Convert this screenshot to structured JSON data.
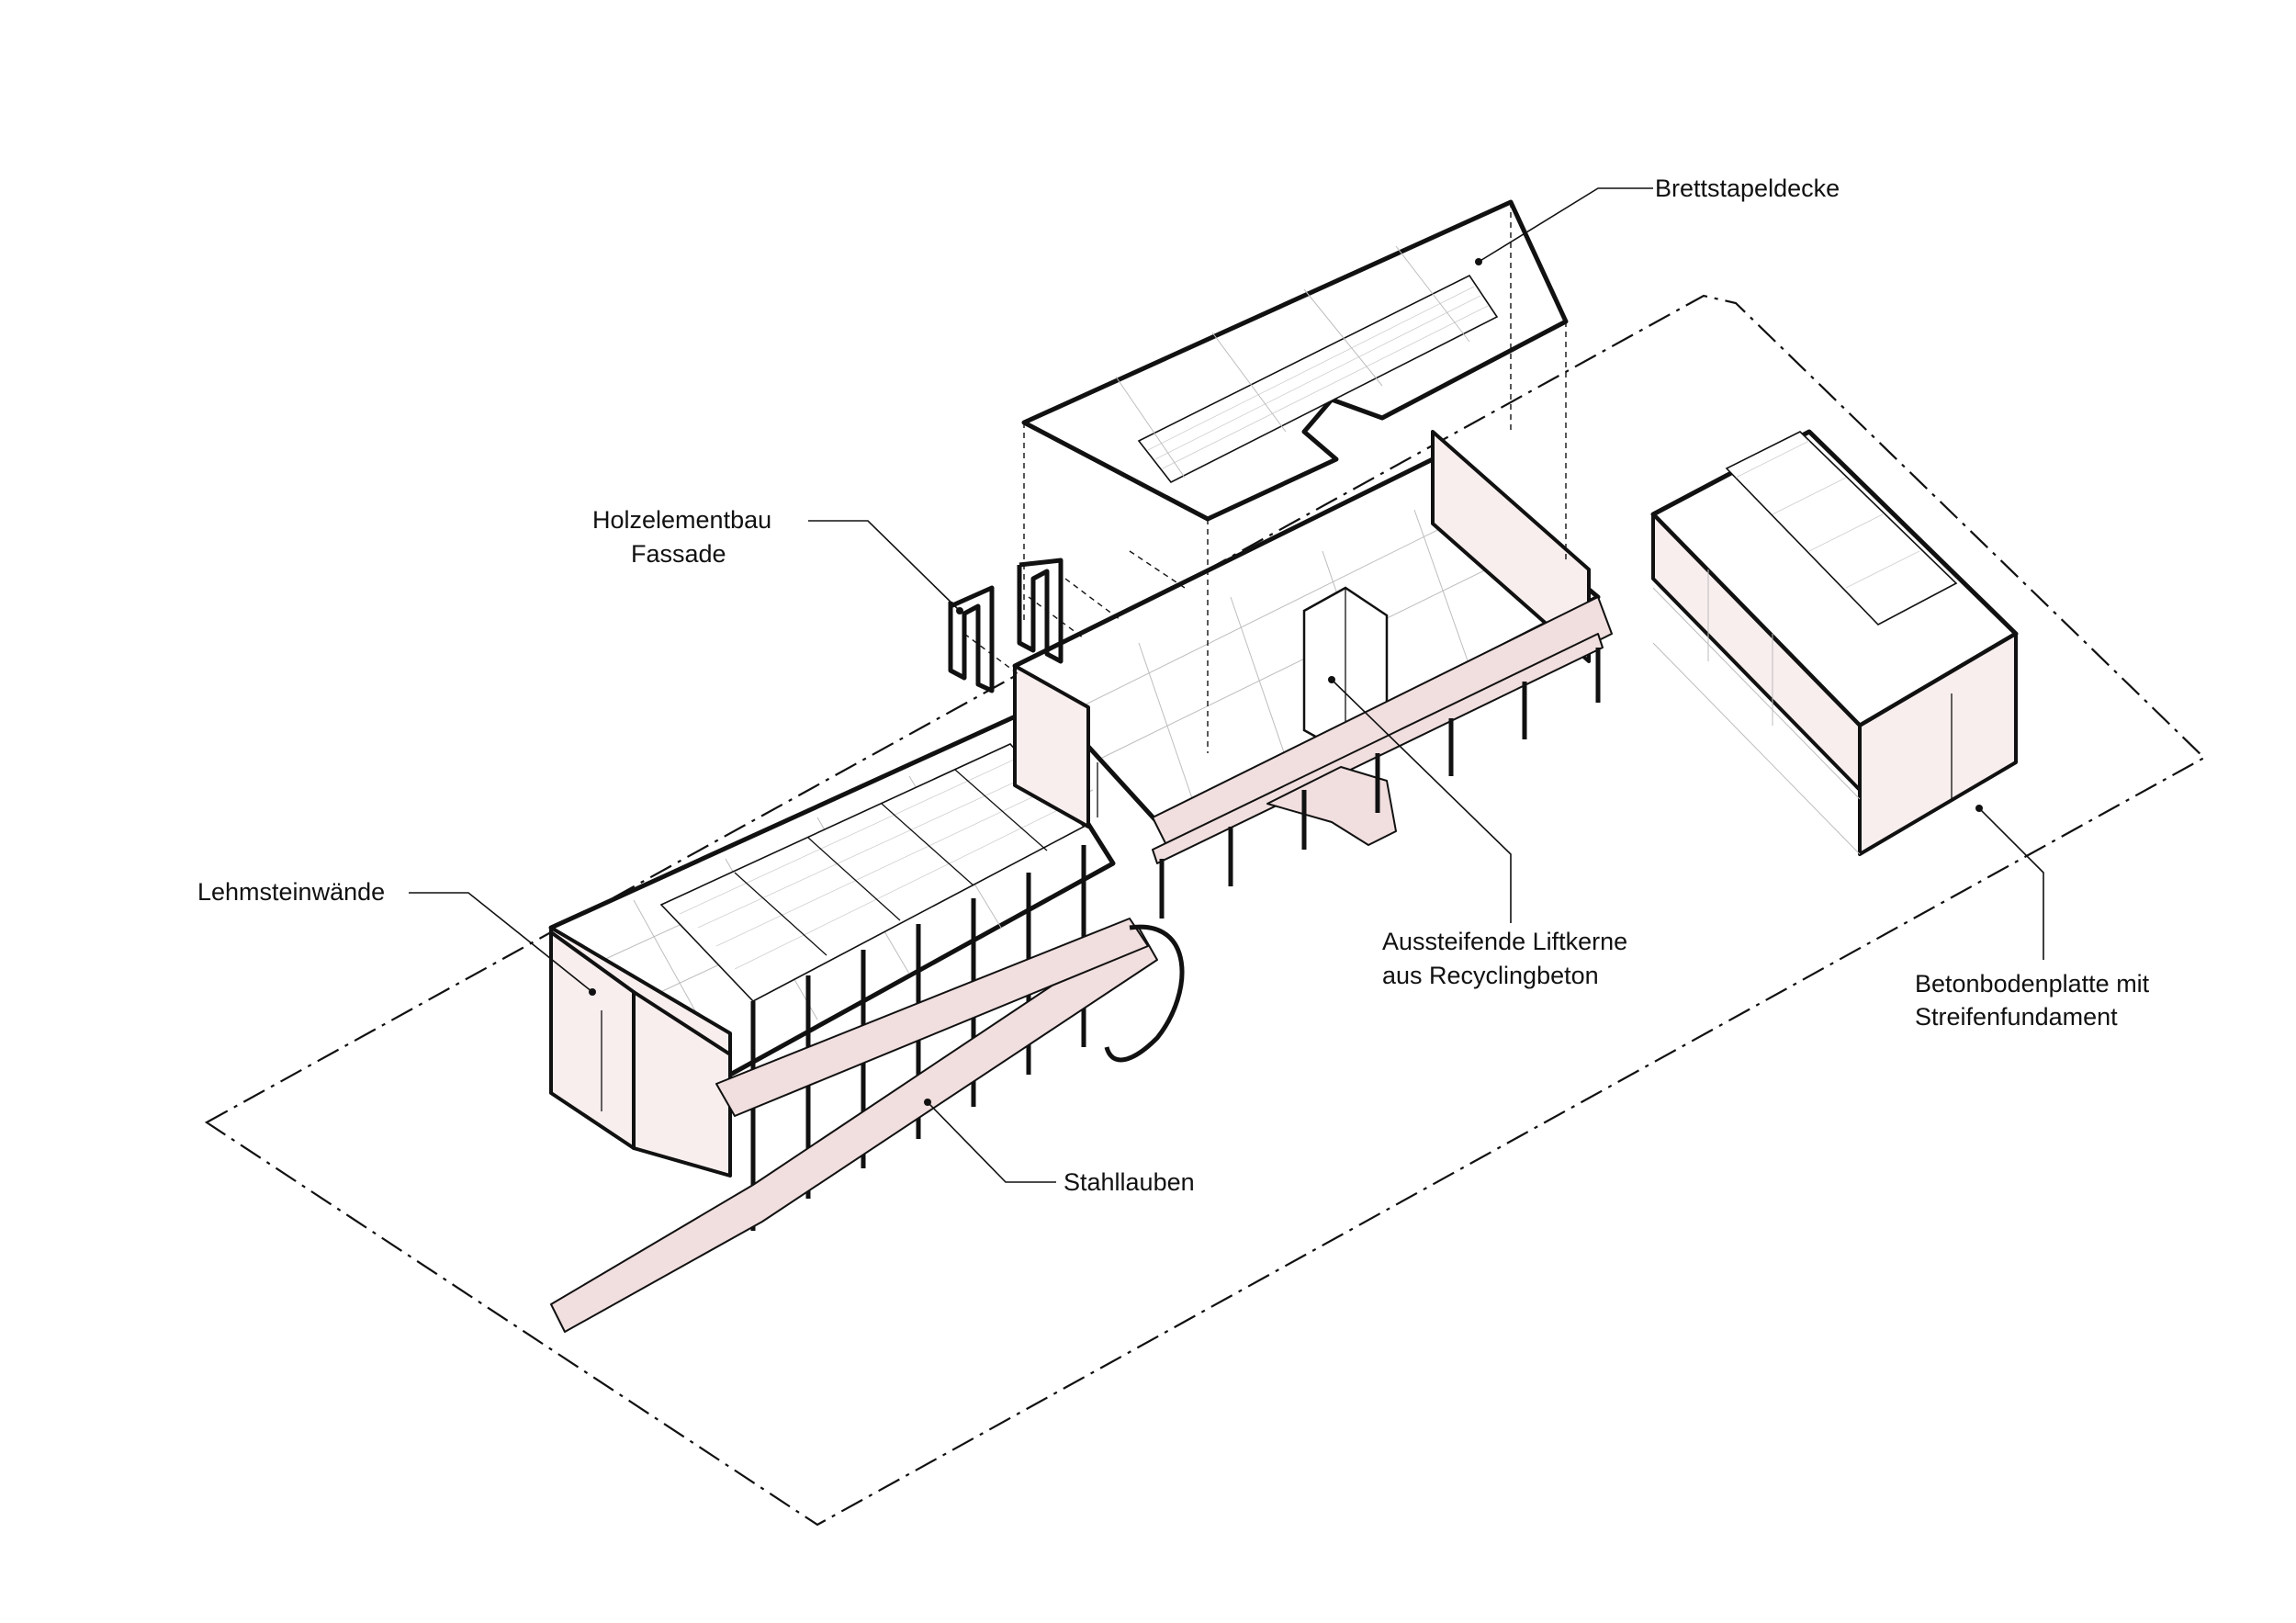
{
  "labels": {
    "brettstapeldecke": "Brettstapeldecke",
    "holzelementbau_1": "Holzelementbau",
    "holzelementbau_2": "Fassade",
    "lehmsteinwaende": "Lehmsteinwände",
    "liftkerne_1": "Aussteifende Liftkerne",
    "liftkerne_2": "aus Recyclingbeton",
    "betonbodenplatte_1": "Betonbodenplatte mit",
    "betonbodenplatte_2": "Streifenfundament",
    "stahllauben": "Stahllauben"
  },
  "colors": {
    "line": "#111111",
    "wall_tint": "#f8eeee",
    "walkway_tint": "#f1dede",
    "background": "#ffffff"
  }
}
